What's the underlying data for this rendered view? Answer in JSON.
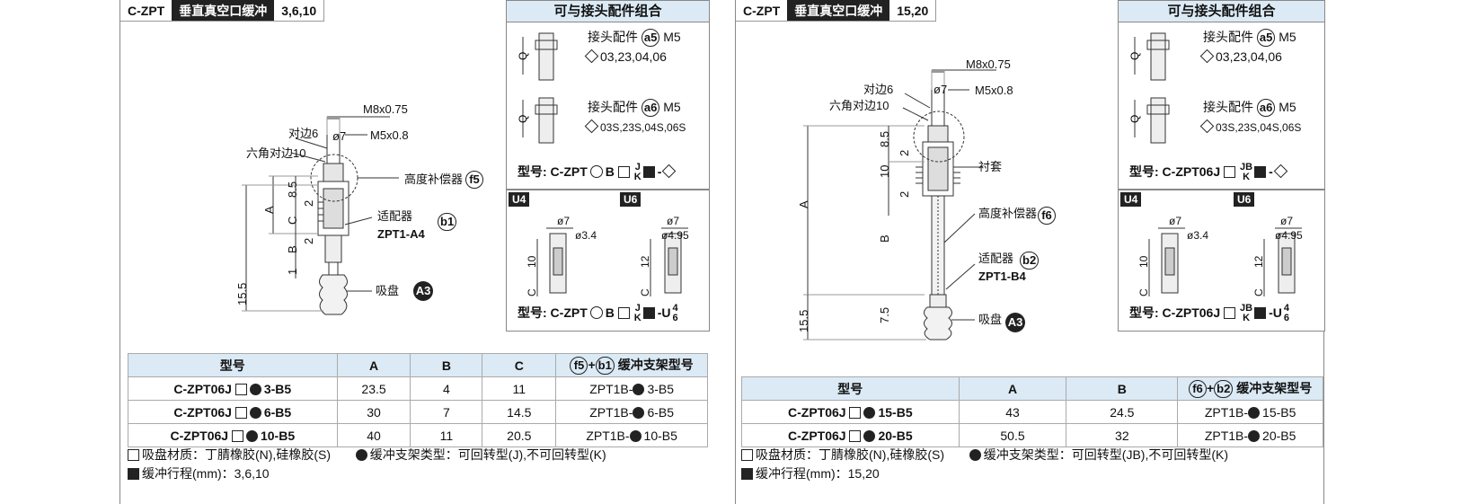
{
  "left": {
    "header": {
      "code": "C-ZPT",
      "title": "垂直真空口缓冲",
      "strokes": "3,6,10"
    },
    "diagram": {
      "m8": "M8x0.75",
      "d7": "ø7",
      "m5": "M5x0.8",
      "hex6": "对边6",
      "hex10": "六角对边10",
      "comp": "高度补偿器",
      "comp_tag": "f5",
      "adapter": "适配器",
      "adapter_tag": "b1",
      "adapter_model": "ZPT1-A4",
      "pad": "吸盘",
      "pad_tag": "A3",
      "dims": {
        "a": "A",
        "b": "B",
        "c": "C",
        "d85": "8.5",
        "d2a": "2",
        "d2b": "2",
        "d1": "1",
        "d155": "15.5"
      }
    },
    "panel": {
      "title": "可与接头配件组合",
      "q": "Q",
      "fit1_label": "接头配件",
      "fit1_tag": "a5",
      "fit1_thread": "M5",
      "fit1_sizes": "03,23,04,06",
      "fit2_label": "接头配件",
      "fit2_tag": "a6",
      "fit2_thread": "M5",
      "fit2_sizes": "03S,23S,04S,06S",
      "model_prefix": "型号: C-ZPT",
      "model_b": "B",
      "model_j": "J",
      "model_k": "K",
      "model_dash": "-"
    },
    "u4": {
      "tag": "U4",
      "d7": "ø7",
      "d34": "ø3.4",
      "d10": "10",
      "c": "C"
    },
    "u6": {
      "tag": "U6",
      "d7": "ø7",
      "d495": "ø4.95",
      "d12": "12",
      "c": "C"
    },
    "u_model": {
      "prefix": "型号: C-ZPT",
      "b": "B",
      "j": "J",
      "k": "K",
      "u": "-U",
      "n4": "4",
      "n6": "6"
    },
    "table": {
      "headers": [
        "型号",
        "A",
        "B",
        "C",
        "缓冲支架型号"
      ],
      "tag1": "f5",
      "tag2": "b1",
      "plus": "+",
      "rows": [
        {
          "model_prefix": "C-ZPT06J",
          "model_suffix": "3-B5",
          "a": "23.5",
          "b": "4",
          "c": "11",
          "bracket_prefix": "ZPT1B-",
          "bracket_suffix": "3-B5"
        },
        {
          "model_prefix": "C-ZPT06J",
          "model_suffix": "6-B5",
          "a": "30",
          "b": "7",
          "c": "14.5",
          "bracket_prefix": "ZPT1B-",
          "bracket_suffix": "6-B5"
        },
        {
          "model_prefix": "C-ZPT06J",
          "model_suffix": "10-B5",
          "a": "40",
          "b": "11",
          "c": "20.5",
          "bracket_prefix": "ZPT1B-",
          "bracket_suffix": "10-B5"
        }
      ]
    },
    "notes": {
      "material": "吸盘材质：丁腈橡胶(N),硅橡胶(S)",
      "type": "缓冲支架类型：可回转型(J),不可回转型(K)",
      "stroke": "缓冲行程(mm)：3,6,10"
    }
  },
  "right": {
    "header": {
      "code": "C-ZPT",
      "title": "垂直真空口缓冲",
      "strokes": "15,20"
    },
    "diagram": {
      "m8": "M8x0.75",
      "d7": "ø7",
      "m5": "M5x0.8",
      "hex6": "对边6",
      "hex10": "六角对边10",
      "bushing": "衬套",
      "comp": "高度补偿器",
      "comp_tag": "f6",
      "adapter": "适配器",
      "adapter_tag": "b2",
      "adapter_model": "ZPT1-B4",
      "pad": "吸盘",
      "pad_tag": "A3",
      "dims": {
        "a": "A",
        "b": "B",
        "d85": "8.5",
        "d2": "2",
        "d10": "10",
        "d2b": "2",
        "d75": "7.5",
        "d155": "15.5"
      }
    },
    "panel": {
      "title": "可与接头配件组合",
      "q": "Q",
      "fit1_label": "接头配件",
      "fit1_tag": "a5",
      "fit1_thread": "M5",
      "fit1_sizes": "03,23,04,06",
      "fit2_label": "接头配件",
      "fit2_tag": "a6",
      "fit2_thread": "M5",
      "fit2_sizes": "03S,23S,04S,06S",
      "model_prefix": "型号: C-ZPT06J",
      "model_jb": "JB",
      "model_k": "K",
      "model_dash": "-"
    },
    "u4": {
      "tag": "U4",
      "d7": "ø7",
      "d34": "ø3.4",
      "d10": "10",
      "c": "C"
    },
    "u6": {
      "tag": "U6",
      "d7": "ø7",
      "d495": "ø4.95",
      "d12": "12",
      "c": "C"
    },
    "u_model": {
      "prefix": "型号: C-ZPT06J",
      "jb": "JB",
      "k": "K",
      "u": "-U",
      "n4": "4",
      "n6": "6"
    },
    "table": {
      "headers": [
        "型号",
        "A",
        "B",
        "缓冲支架型号"
      ],
      "tag1": "f6",
      "tag2": "b2",
      "plus": "+",
      "rows": [
        {
          "model_prefix": "C-ZPT06J",
          "model_suffix": "15-B5",
          "a": "43",
          "b": "24.5",
          "bracket_prefix": "ZPT1B-",
          "bracket_suffix": "15-B5"
        },
        {
          "model_prefix": "C-ZPT06J",
          "model_suffix": "20-B5",
          "a": "50.5",
          "b": "32",
          "bracket_prefix": "ZPT1B-",
          "bracket_suffix": "20-B5"
        }
      ]
    },
    "notes": {
      "material": "吸盘材质：丁腈橡胶(N),硅橡胶(S)",
      "type": "缓冲支架类型：可回转型(JB),不可回转型(K)",
      "stroke": "缓冲行程(mm)：15,20"
    }
  }
}
